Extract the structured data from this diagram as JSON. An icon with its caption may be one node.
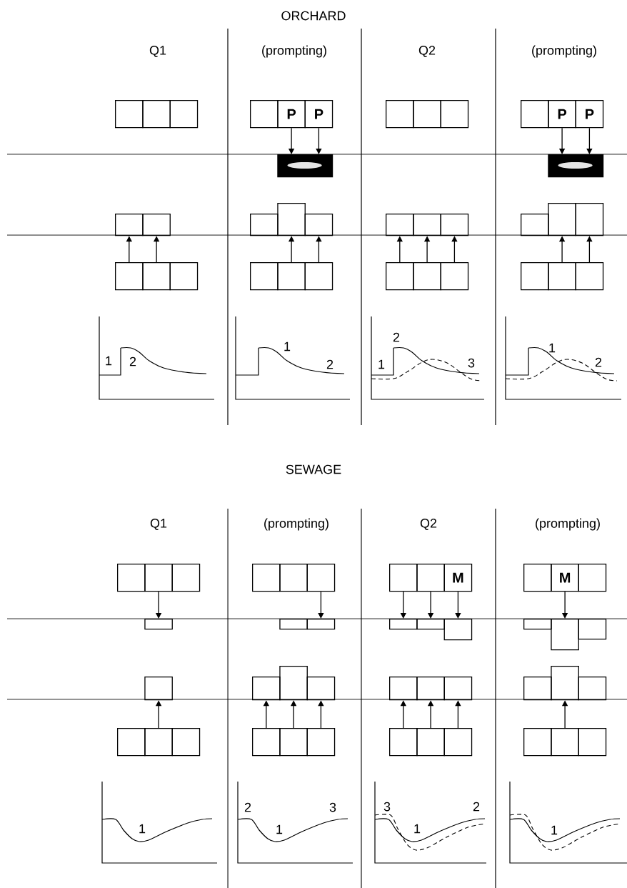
{
  "diagram": {
    "nodes": [
      {
        "text": [],
        "shape": "box"
      },
      {
        "text": [],
        "shape": "box"
      },
      {
        "text": [],
        "shape": "box"
      },
      {
        "text": [],
        "shape": "box"
      },
      {
        "text": [],
        "shape": "box"
      },
      {
        "text": [],
        "shape": "box"
      },
      {
        "text": [],
        "shape": "box"
      },
      {
        "text": [],
        "shape": "box"
      },
      {
        "text": [],
        "shape": "box"
      },
      {
        "text": [
          "P"
        ]
      },
      {
        "text": [
          "P"
        ]
      },
      {
        "text": [],
        "shape": "box"
      },
      {
        "text": [],
        "shape": "box"
      },
      {
        "text": [],
        "shape": "box"
      },
      {
        "text": [],
        "shape": "box"
      },
      {
        "text": [],
        "shape": "box"
      },
      {
        "text": [],
        "shape": "box"
      },
      {
        "text": [],
        "shape": "box"
      },
      {
        "text": [],
        "shape": "box"
      },
      {
        "text": [],
        "shape": "box"
      },
      {
        "text": [],
        "shape": "box"
      },
      {
        "text": [],
        "shape": "box"
      },
      {
        "text": [],
        "shape": "box"
      },
      {
        "text": [],
        "shape": "box"
      },
      {
        "text": [],
        "shape": "box"
      },
      {
        "text": [],
        "shape": "box"
      },
      {
        "text": [],
        "shape": "box"
      },
      {
        "text": [],
        "shape": "box"
      },
      {
        "text": [
          "P"
        ]
      },
      {
        "text": [
          "P"
        ]
      },
      {
        "text": [],
        "shape": "box"
      },
      {
        "text": [],
        "shape": "box"
      },
      {
        "text": [],
        "shape": "box"
      },
      {
        "text": [],
        "shape": "box"
      },
      {
        "text": [],
        "shape": "box"
      },
      {
        "text": [],
        "shape": "box"
      },
      {
        "text": [],
        "shape": "box"
      },
      {
        "text": [],
        "shape": "box"
      },
      {
        "text": [],
        "shape": "box"
      },
      {
        "text": [],
        "shape": "box"
      },
      {
        "text": [],
        "shape": "box"
      },
      {
        "text": [],
        "shape": "box"
      },
      {
        "text": [],
        "shape": "box"
      },
      {
        "text": [],
        "shape": "box"
      },
      {
        "text": [],
        "shape": "box"
      },
      {
        "text": [],
        "shape": "box"
      },
      {
        "text": [],
        "shape": "box"
      },
      {
        "text": [],
        "shape": "box"
      },
      {
        "text": [],
        "shape": "box"
      },
      {
        "text": [],
        "shape": "box"
      },
      {
        "text": [],
        "shape": "box"
      },
      {
        "text": [],
        "shape": "box"
      },
      {
        "text": [],
        "shape": "box"
      },
      {
        "text": [],
        "shape": "box"
      },
      {
        "text": [],
        "shape": "box"
      },
      {
        "text": [],
        "shape": "box"
      },
      {
        "text": [],
        "shape": "box"
      },
      {
        "text": [],
        "shape": "box"
      },
      {
        "text": [
          "M"
        ]
      },
      {
        "text": [],
        "shape": "box"
      },
      {
        "text": [],
        "shape": "box"
      },
      {
        "text": [],
        "shape": "box"
      },
      {
        "text": [],
        "shape": "box"
      },
      {
        "text": [],
        "shape": "box"
      },
      {
        "text": [],
        "shape": "box"
      },
      {
        "text": [],
        "shape": "box"
      },
      {
        "text": [],
        "shape": "box"
      },
      {
        "text": [],
        "shape": "box"
      },
      {
        "text": [],
        "shape": "box"
      },
      {
        "text": [
          "M"
        ]
      },
      {
        "text": [],
        "shape": "box"
      },
      {
        "text": [],
        "shape": "box"
      },
      {
        "text": [],
        "shape": "box"
      },
      {
        "text": [],
        "shape": "box"
      },
      {
        "text": [],
        "shape": "box"
      },
      {
        "text": [],
        "shape": "box"
      },
      {
        "text": [],
        "shape": "box"
      },
      {
        "text": [],
        "shape": "box"
      },
      {
        "text": [],
        "shape": "box"
      },
      {
        "text": [],
        "shape": "box"
      }
    ],
    "edges": [
      {
        "from": 5,
        "to": 3,
        "arrow": "to"
      },
      {
        "from": 6,
        "to": 4,
        "arrow": "to"
      },
      {
        "from": 9,
        "to": 11,
        "arrow": "to"
      },
      {
        "from": 10,
        "to": 11,
        "arrow": "to"
      },
      {
        "from": 16,
        "to": 13,
        "arrow": "to"
      },
      {
        "from": 17,
        "to": 14,
        "arrow": "to"
      },
      {
        "from": 24,
        "to": 21,
        "arrow": "to"
      },
      {
        "from": 25,
        "to": 22,
        "arrow": "to"
      },
      {
        "from": 26,
        "to": 23,
        "arrow": "to"
      },
      {
        "from": 28,
        "to": 30,
        "arrow": "to"
      },
      {
        "from": 29,
        "to": 30,
        "arrow": "to"
      },
      {
        "from": 35,
        "to": 32,
        "arrow": "to"
      },
      {
        "from": 36,
        "to": 33,
        "arrow": "to"
      },
      {
        "from": 38,
        "to": 40,
        "arrow": "to"
      },
      {
        "from": 43,
        "to": 41,
        "arrow": "to"
      },
      {
        "from": 47,
        "to": 49,
        "arrow": "to"
      },
      {
        "from": 53,
        "to": 50,
        "arrow": "to"
      },
      {
        "from": 54,
        "to": 51,
        "arrow": "to"
      },
      {
        "from": 55,
        "to": 52,
        "arrow": "to"
      },
      {
        "from": 56,
        "to": 59,
        "arrow": "to"
      },
      {
        "from": 57,
        "to": 60,
        "arrow": "to"
      },
      {
        "from": 58,
        "to": 61,
        "arrow": "to"
      },
      {
        "from": 65,
        "to": 62,
        "arrow": "to"
      },
      {
        "from": 66,
        "to": 63,
        "arrow": "to"
      },
      {
        "from": 67,
        "to": 64,
        "arrow": "to"
      },
      {
        "from": 69,
        "to": 72,
        "arrow": "to"
      },
      {
        "from": 78,
        "to": 75,
        "arrow": "to"
      }
    ],
    "labels": [
      "ORCHARD",
      "Q1",
      "(prompting)",
      "Q2",
      "(prompting)",
      "1",
      "2",
      "1",
      "2",
      "2",
      "1",
      "3",
      "1",
      "2",
      "SEWAGE",
      "Q1",
      "(prompting)",
      "Q2",
      "(prompting)",
      "1",
      "2",
      "1",
      "3",
      "3",
      "1",
      "2",
      "1"
    ]
  }
}
